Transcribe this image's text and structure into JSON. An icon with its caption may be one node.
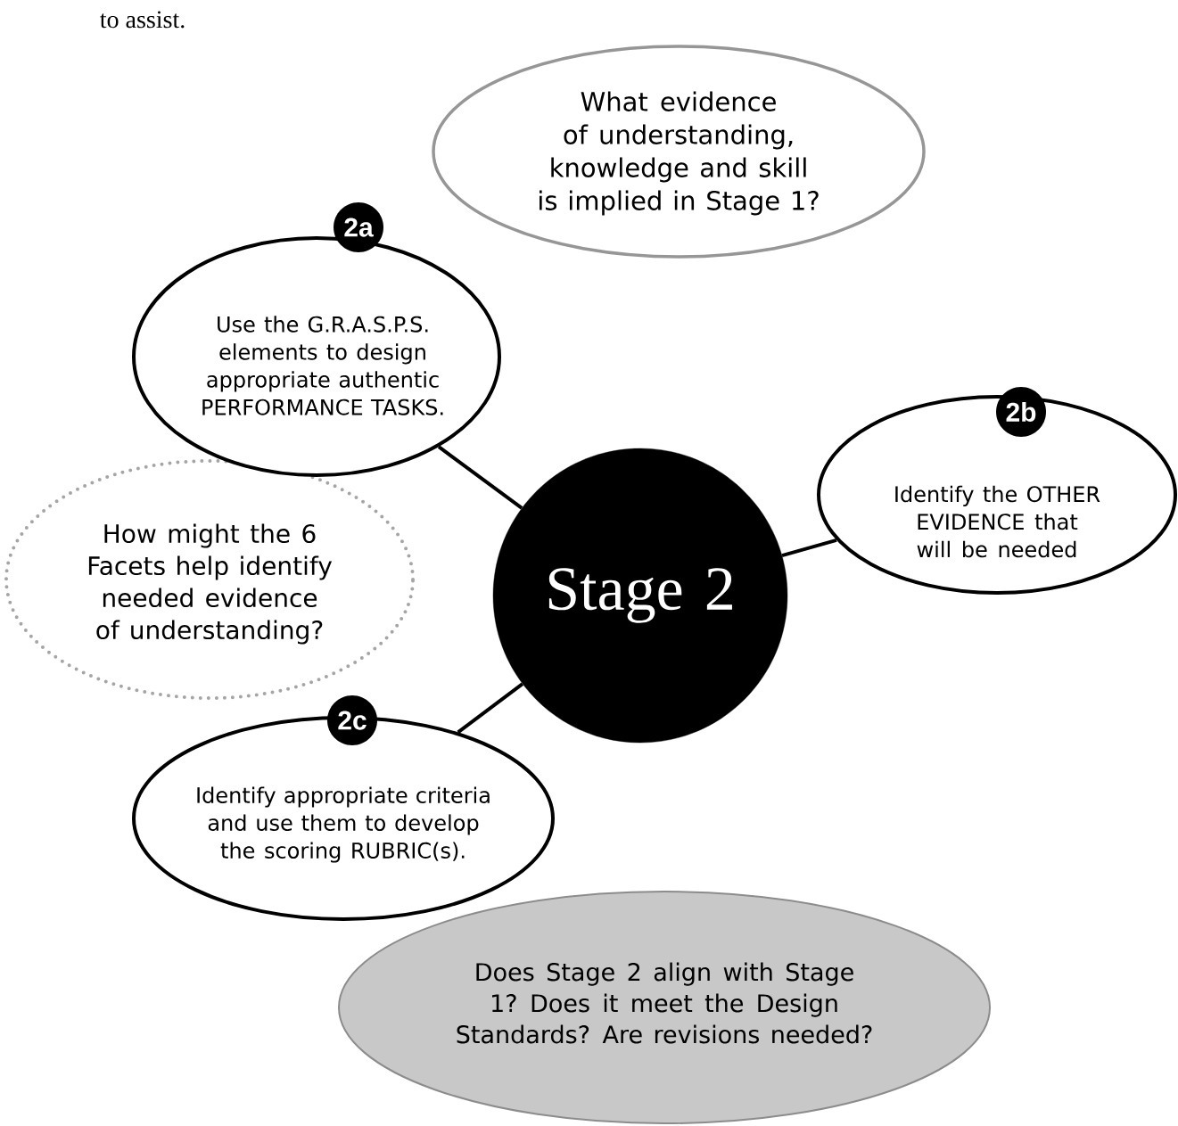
{
  "diagram": {
    "nodes": [
      {
        "text": [
          "What evidence of understanding, knowledge and skill is implied in Stage 1?"
        ]
      },
      {
        "text": [
          "2a",
          "Use the G.R.A.S.P.S. elements to design appropriate authentic PERFORMANCE TASKS."
        ]
      },
      {
        "text": [
          "2b",
          "Identify the OTHER EVIDENCE that will be needed"
        ]
      },
      {
        "text": [
          "How might the 6 Facets help identify needed evidence of understanding?"
        ]
      },
      {
        "text": [
          "Stage 2"
        ]
      },
      {
        "text": [
          "2c",
          "Identify appropriate criteria and use them to develop the scoring RUBRIC(s)."
        ]
      },
      {
        "text": [
          "Does Stage 2 align with Stage 1? Does it meet the Design Standards? Are revisions needed?"
        ]
      }
    ],
    "edges": [
      {
        "from": 1,
        "to": 4,
        "arrow": "none"
      },
      {
        "from": 2,
        "to": 4,
        "arrow": "none"
      },
      {
        "from": 5,
        "to": 4,
        "arrow": "none"
      }
    ],
    "labels": [
      "to assist."
    ]
  }
}
